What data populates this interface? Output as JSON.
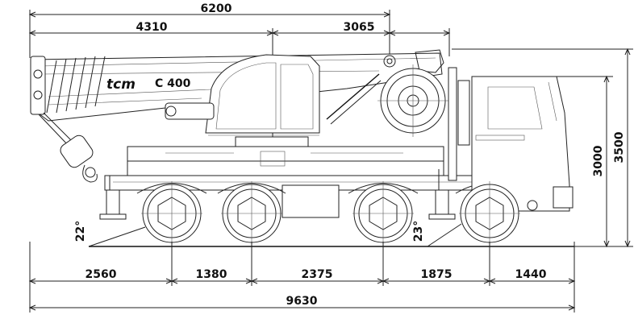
{
  "brand": {
    "logo_text": "tcm",
    "model": "C 400"
  },
  "dimensions": {
    "overall_top": "6200",
    "top_left": "4310",
    "top_right": "3065",
    "height_cab": "3000",
    "height_total": "3500",
    "angle_rear": "22°",
    "angle_front": "23°",
    "seg_1": "2560",
    "seg_2": "1380",
    "seg_3": "2375",
    "seg_4": "1875",
    "seg_5": "1440",
    "overall_length": "9630"
  }
}
